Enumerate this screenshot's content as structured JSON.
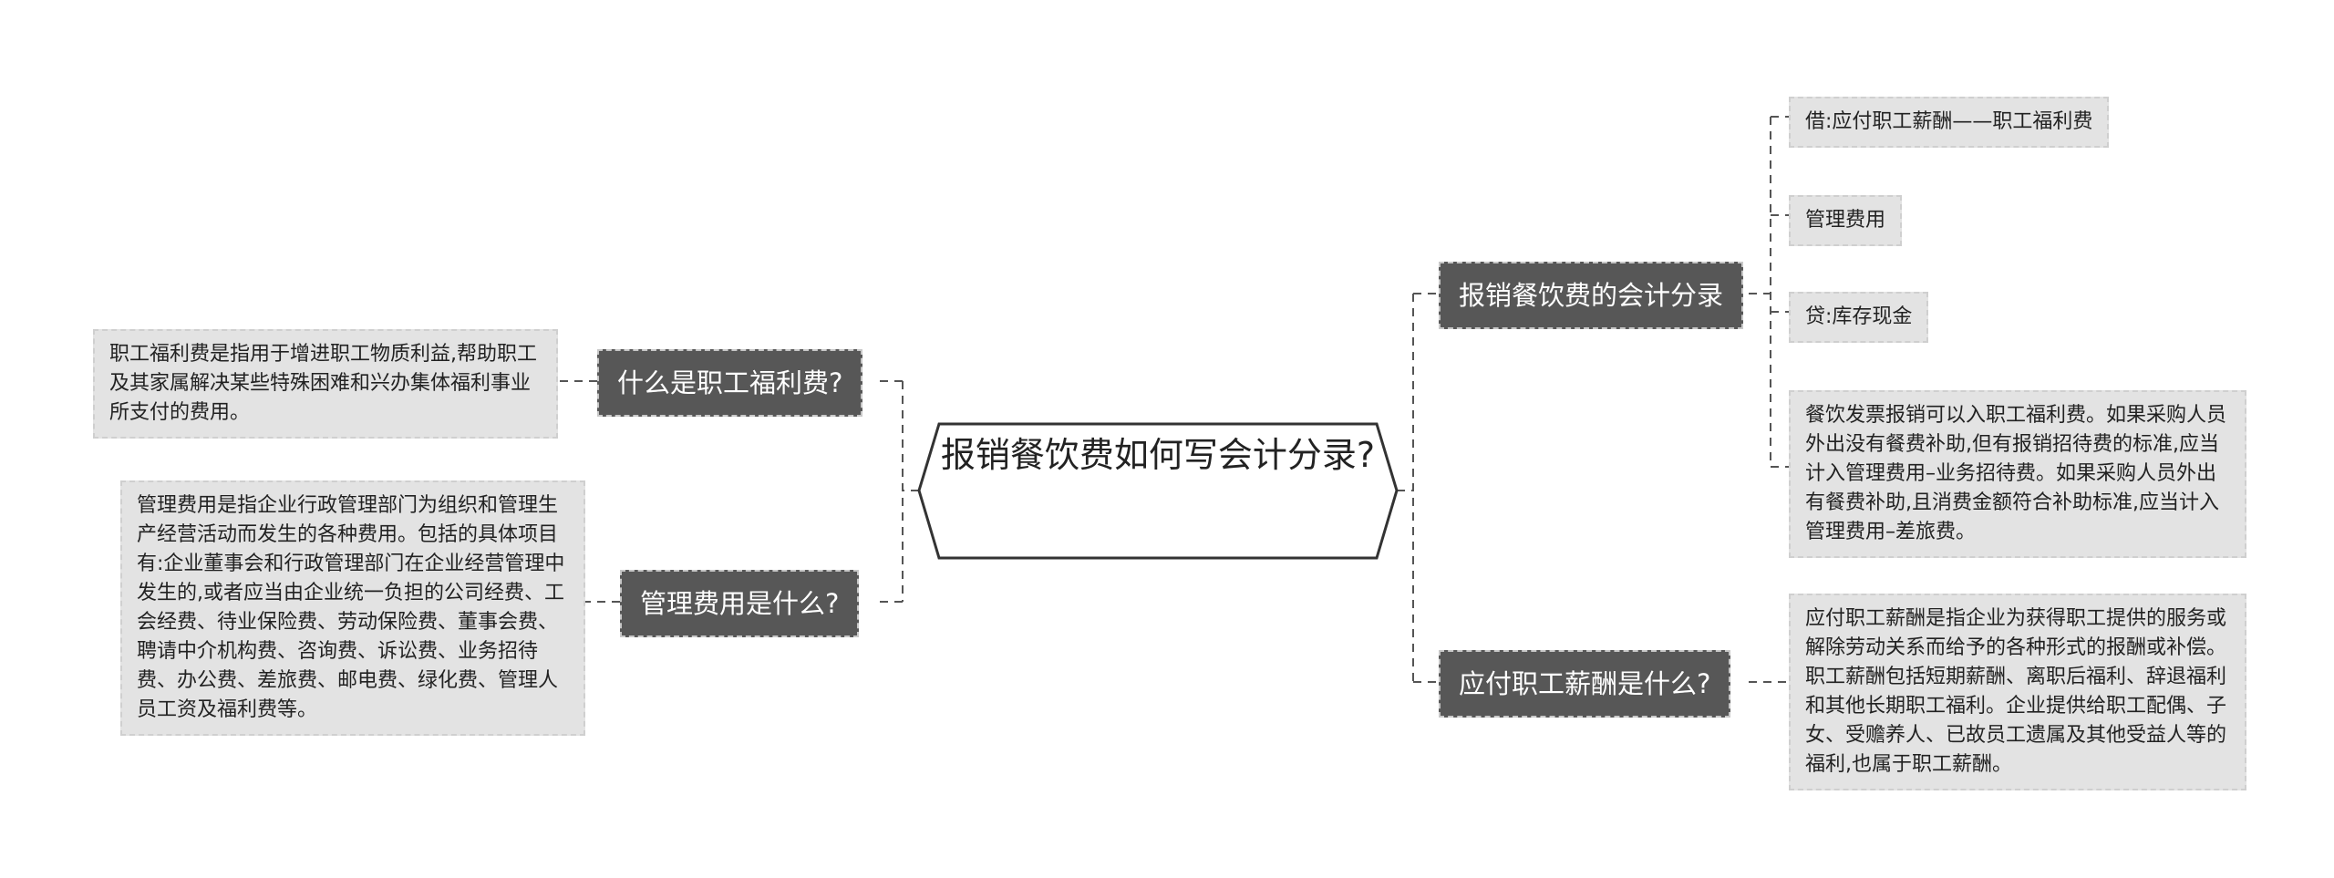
{
  "root": {
    "title": "报销餐饮费如何写会计分录?"
  },
  "left_branches": [
    {
      "label": "什么是职工福利费?",
      "leaves": [
        "职工福利费是指用于增进职工物质利益,帮助职工及其家属解决某些特殊困难和兴办集体福利事业所支付的费用。"
      ]
    },
    {
      "label": "管理费用是什么?",
      "leaves": [
        "管理费用是指企业行政管理部门为组织和管理生产经营活动而发生的各种费用。包括的具体项目有:企业董事会和行政管理部门在企业经营管理中发生的,或者应当由企业统一负担的公司经费、工会经费、待业保险费、劳动保险费、董事会费、聘请中介机构费、咨询费、诉讼费、业务招待费、办公费、差旅费、邮电费、绿化费、管理人员工资及福利费等。"
      ]
    }
  ],
  "right_branches": [
    {
      "label": "报销餐饮费的会计分录",
      "leaves": [
        "借:应付职工薪酬——职工福利费",
        "管理费用",
        "贷:库存现金",
        "餐饮发票报销可以入职工福利费。如果采购人员外出没有餐费补助,但有报销招待费的标准,应当计入管理费用–业务招待费。如果采购人员外出有餐费补助,且消费金额符合补助标准,应当计入管理费用–差旅费。"
      ]
    },
    {
      "label": "应付职工薪酬是什么?",
      "leaves": [
        "应付职工薪酬是指企业为获得职工提供的服务或解除劳动关系而给予的各种形式的报酬或补偿。职工薪酬包括短期薪酬、离职后福利、辞退福利和其他长期职工福利。企业提供给职工配偶、子女、受赡养人、已故员工遗属及其他受益人等的福利,也属于职工薪酬。"
      ]
    }
  ]
}
